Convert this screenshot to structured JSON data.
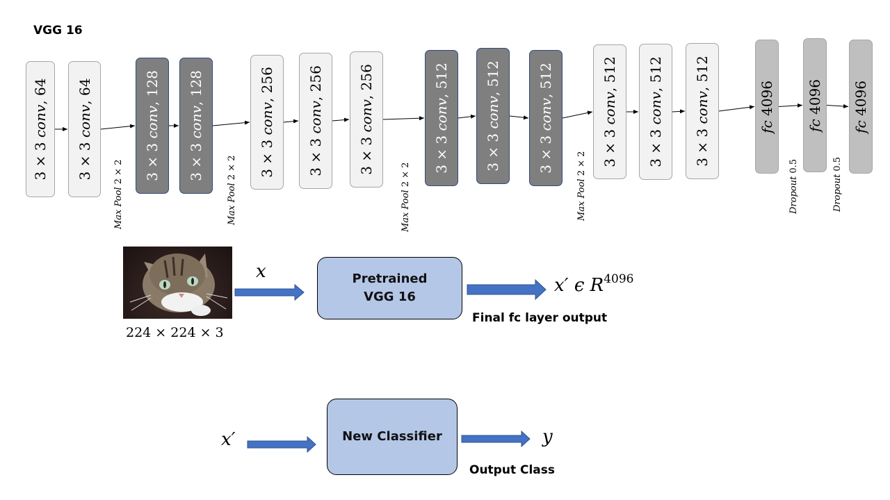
{
  "title": "VGG 16",
  "layers": [
    {
      "kind": "conv",
      "style": "light",
      "pre": "3 × 3 ",
      "op": "conv",
      "post": ", 64"
    },
    {
      "kind": "conv",
      "style": "light",
      "pre": "3 × 3 ",
      "op": "conv",
      "post": ", 64"
    },
    {
      "kind": "conv",
      "style": "dark",
      "pre": "3 × 3 ",
      "op": "conv",
      "post": ", 128"
    },
    {
      "kind": "conv",
      "style": "dark",
      "pre": "3 × 3 ",
      "op": "conv",
      "post": ", 128"
    },
    {
      "kind": "conv",
      "style": "light",
      "pre": "3 × 3 ",
      "op": "conv",
      "post": ", 256"
    },
    {
      "kind": "conv",
      "style": "light",
      "pre": "3 × 3 ",
      "op": "conv",
      "post": ", 256"
    },
    {
      "kind": "conv",
      "style": "light",
      "pre": "3 × 3 ",
      "op": "conv",
      "post": ", 256"
    },
    {
      "kind": "conv",
      "style": "dark",
      "pre": "3 × 3 ",
      "op": "conv",
      "post": ", 512"
    },
    {
      "kind": "conv",
      "style": "dark",
      "pre": "3 × 3 ",
      "op": "conv",
      "post": ", 512"
    },
    {
      "kind": "conv",
      "style": "dark",
      "pre": "3 × 3 ",
      "op": "conv",
      "post": ", 512"
    },
    {
      "kind": "conv",
      "style": "light",
      "pre": "3 × 3 ",
      "op": "conv",
      "post": ", 512"
    },
    {
      "kind": "conv",
      "style": "light",
      "pre": "3 × 3 ",
      "op": "conv",
      "post": ", 512"
    },
    {
      "kind": "conv",
      "style": "light",
      "pre": "3 × 3 ",
      "op": "conv",
      "post": ", 512"
    },
    {
      "kind": "fc",
      "style": "fc",
      "pre": "",
      "op": "fc",
      "post": "  4096"
    },
    {
      "kind": "fc",
      "style": "fc",
      "pre": "",
      "op": "fc",
      "post": "  4096"
    },
    {
      "kind": "fc",
      "style": "fc",
      "pre": "",
      "op": "fc",
      "post": "  4096"
    }
  ],
  "between_labels": [
    {
      "op": "Max Pool",
      "arg": " 2 × 2"
    },
    {
      "op": "Max Pool",
      "arg": " 2 × 2"
    },
    {
      "op": "Max Pool",
      "arg": " 2 × 2"
    },
    {
      "op": "Max Pool",
      "arg": " 2 × 2"
    },
    {
      "op": "Dropout",
      "arg": "  0.5"
    },
    {
      "op": "Dropout",
      "arg": "  0.5"
    }
  ],
  "pipeline1": {
    "image_alt": "cat photo",
    "image_dims": "224 × 224 × 3",
    "input_symbol": "x",
    "box_line1": "Pretrained",
    "box_line2": "VGG 16",
    "output_symbol": "x′ ϵ R",
    "output_exponent": "4096",
    "output_caption": "Final fc layer output"
  },
  "pipeline2": {
    "input_symbol": "x′",
    "box_label": "New Classifier",
    "output_symbol": "y",
    "output_caption": "Output Class"
  },
  "colors": {
    "arrow_blue": "#4472c4",
    "box_fill": "#b4c7e7",
    "dark_layer": "#7f7f7f",
    "light_layer": "#f2f2f2",
    "fc_layer": "#bfbfbf"
  }
}
